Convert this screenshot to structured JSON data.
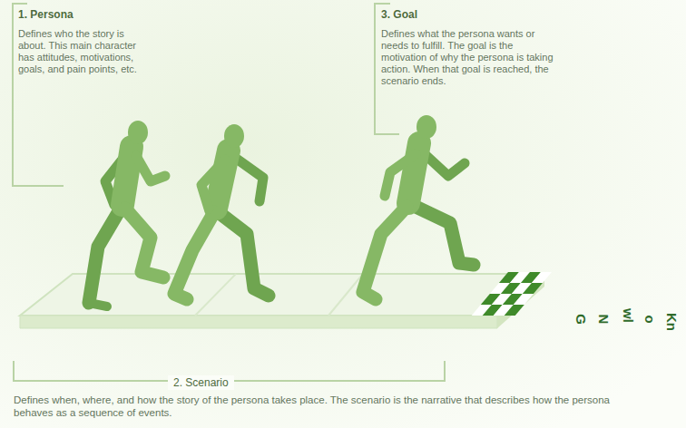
{
  "diagram": {
    "nodes": [
      {
        "text": [
          "1. Persona",
          "Defines who the story is about. This main character has attitudes, motivations, goals, and pain points, etc."
        ]
      },
      {
        "text": [
          "3. Goal",
          "Defines what the persona wants or needs to fulfill. The goal is the motivation of why the persona is taking action. When that goal is reached, the scenario ends."
        ]
      },
      {
        "text": [
          "2. Scenario",
          "Defines when, where, and how the story of the persona takes place. The scenario is the narrative that describes how the persona behaves as a sequence of events."
        ]
      }
    ],
    "labels": [
      "Kn",
      "o",
      "wl",
      "N",
      "G"
    ]
  }
}
